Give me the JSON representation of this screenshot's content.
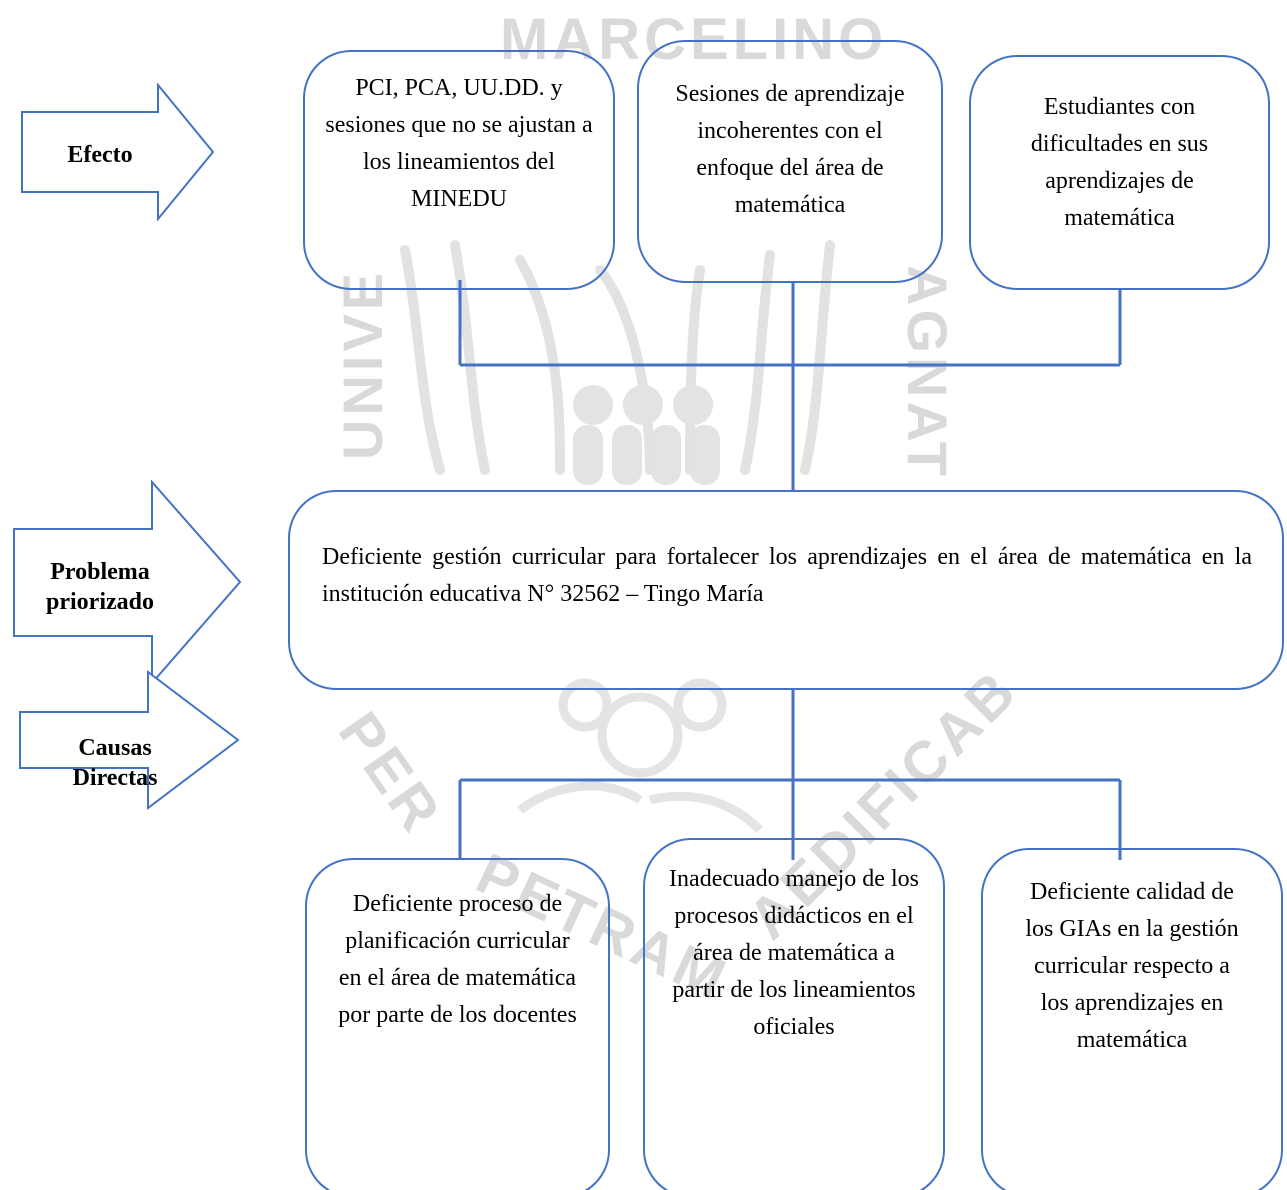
{
  "watermark": {
    "top": "MARCELINO",
    "left": "UNIVE",
    "right": "AGNAT",
    "bottom_left": "PER",
    "bottom_mid": "PETRAM",
    "bottom_right": "AEDIFICAB"
  },
  "row_labels": {
    "effect": "Efecto",
    "problem_line1": "Problema",
    "problem_line2": "priorizado",
    "causes_line1": "Causas",
    "causes_line2": "Directas"
  },
  "effects": [
    {
      "text": "PCI, PCA, UU.DD. y sesiones que no se ajustan a los lineamientos del MINEDU"
    },
    {
      "text": "Sesiones de aprendizaje incoherentes con el enfoque del área de matemática"
    },
    {
      "text": "Estudiantes con dificultades en sus aprendizajes de matemática"
    }
  ],
  "problem": {
    "text": "Deficiente gestión curricular para fortalecer los aprendizajes en el área de matemática en la institución educativa N° 32562 – Tingo María"
  },
  "causes": [
    {
      "text": "Deficiente proceso de planificación curricular en el área de matemática por parte de los docentes"
    },
    {
      "text": "Inadecuado manejo de los procesos didácticos en el área de matemática a partir de los lineamientos oficiales"
    },
    {
      "text": "Deficiente calidad de los GIAs en la gestión curricular respecto a los aprendizajes en matemática"
    }
  ],
  "colors": {
    "accent": "#4472c4",
    "watermark": "#d6d6d6"
  }
}
